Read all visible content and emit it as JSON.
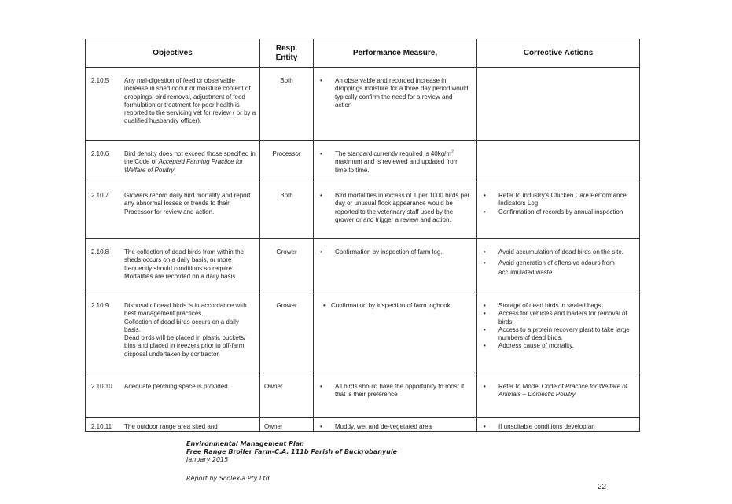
{
  "headers": {
    "objectives": "Objectives",
    "entity_line1": "Resp.",
    "entity_line2": "Entity",
    "measure": "Performance Measure,",
    "actions": "Corrective Actions"
  },
  "rows": [
    {
      "num": "2.10.5",
      "objective": "Any mal-digestion of feed or observable increase in shed odour or moisture content of droppings, bird removal, adjustment of feed formulation or treatment for poor health is reported to the servicing vet for review ( or by a qualified husbandry officer).",
      "entity": "Both",
      "measures": [
        "An observable and recorded increase in droppings moisture for a three day period would typically confirm the need for a review and action"
      ],
      "actions": []
    },
    {
      "num": "2.10.6",
      "objective": "Bird density does not exceed those specified in the Code of ",
      "objective_italic": "Accepted Farming Practice for Welfare of Poultry",
      "objective_end": ".",
      "entity": "Processor",
      "measure_pre": "The standard currently required is 40kg/m",
      "measure_sup": "2",
      "measure_post": " maximum and is reviewed and updated from time to time.",
      "actions": []
    },
    {
      "num": "2.10.7",
      "objective": "Growers record daily bird mortality and report any abnormal losses or trends to their Processor for review and action.",
      "entity": "Both",
      "measures": [
        "Bird mortalities in excess of 1 per 1000 birds per day or unusual flock appearance would be reported to the veterinary staff used by the grower or and trigger a review and action."
      ],
      "actions": [
        "Refer to industry's Chicken Care Performance Indicators Log",
        "Confirmation of records by annual inspection"
      ]
    },
    {
      "num": "2.10.8",
      "objective": "The collection of dead birds from within the sheds occurs on a daily basis, or more frequently should conditions so require. Mortalities are recorded on a daily basis.",
      "entity": "Grower",
      "measures": [
        "Confirmation by inspection of farm log."
      ],
      "actions": [
        "Avoid accumulation of dead birds on the site.",
        "Avoid generation of offensive odours from accumulated waste."
      ]
    },
    {
      "num": "2.10.9",
      "objective_lines": [
        "Disposal of dead birds is in accordance with best management practices.",
        "Collection of dead birds occurs on a daily basis.",
        "Dead birds will be placed in plastic buckets/ bins and placed in freezers prior to off-farm disposal undertaken by contractor."
      ],
      "entity": "Grower",
      "measures": [
        "Confirmation by inspection of farm logbook"
      ],
      "actions": [
        "Storage of dead birds in sealed bags.",
        "Access for vehicles and loaders for removal of birds.",
        "Access to a protein recovery plant to take large numbers of dead birds.",
        "Address cause of mortality."
      ]
    },
    {
      "num": "2.10.10",
      "objective": "Adequate perching space is provided.",
      "entity": "Owner",
      "measures": [
        "All birds should have the opportunity to roost if that is their preference"
      ],
      "action_pre": "Refer to Model Code of ",
      "action_italic": "Practice for Welfare of Animals – Domestic Poultry"
    },
    {
      "num": "2.10.11",
      "objective": "The outdoor range area sited and",
      "entity": "Owner",
      "measures": [
        "Muddy, wet and de-vegetated area"
      ],
      "actions": [
        "If unsuitable conditions develop an"
      ]
    }
  ],
  "bullet": "•",
  "footer": {
    "line1": "Environmental Management Plan",
    "line2": "Free Range Broiler Farm-C.A. 111b Parish of Buckrobanyule",
    "line3": "January 2015",
    "report": "Report by Scolexia Pty Ltd",
    "page": "22"
  }
}
